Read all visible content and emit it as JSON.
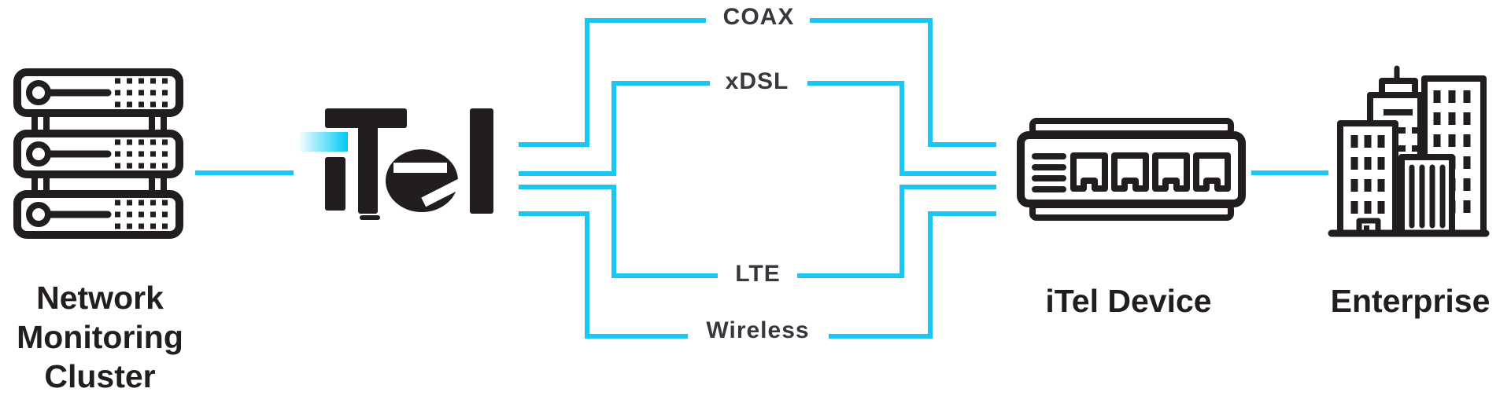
{
  "title": "iTel network connectivity diagram",
  "colors": {
    "accent": "#1BC6F4",
    "ink": "#221E1F",
    "link_label": "#37373E",
    "logo_gradient_start": "#FFFFFF",
    "logo_gradient_end": "#00C9F5"
  },
  "logo": {
    "text": "iTel"
  },
  "nodes": {
    "cluster": {
      "icon": "server-rack-icon",
      "lines": [
        "Network",
        "Monitoring",
        "Cluster"
      ]
    },
    "device": {
      "icon": "router-icon",
      "label": "iTel Device"
    },
    "enterprise": {
      "icon": "building-icon",
      "label": "Enterprise"
    }
  },
  "links": [
    {
      "label": "COAX"
    },
    {
      "label": "xDSL"
    },
    {
      "label": "LTE"
    },
    {
      "label": "Wireless"
    }
  ]
}
